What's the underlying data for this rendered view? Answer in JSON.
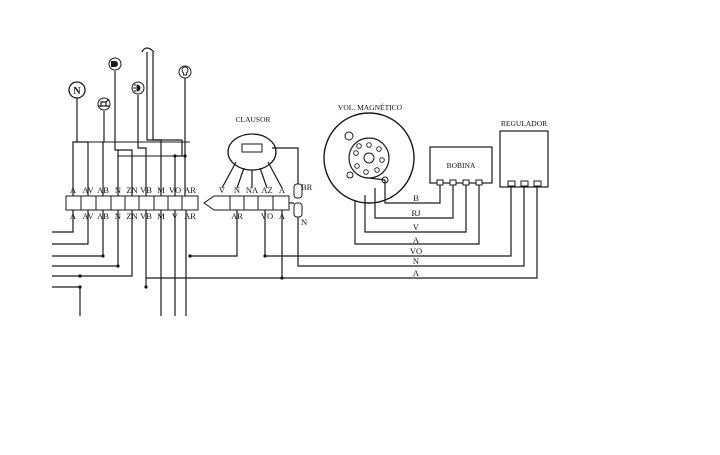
{
  "components": {
    "clausor": "CLAUSOR",
    "flywheel": "VOL. MAGNÉTICO",
    "coil": "BOBINA",
    "regulator": "REGULADOR"
  },
  "connector_main": {
    "top_labels": [
      "A",
      "AV",
      "AB",
      "N",
      "ZN",
      "VB",
      "M",
      "VO",
      "AR"
    ],
    "bottom_labels": [
      "A",
      "AV",
      "AB",
      "N",
      "ZN",
      "VB",
      "M",
      "V",
      "AR"
    ]
  },
  "connector_clausor": {
    "top_labels": [
      "V",
      "N",
      "NA",
      "AZ",
      "A"
    ],
    "bottom_labels": [
      "AR",
      "VO",
      "A"
    ]
  },
  "clausor_wires": {
    "top": "BR",
    "bottom": "N"
  },
  "bus_labels": [
    "B",
    "RJ",
    "V",
    "A",
    "VO",
    "N",
    "A"
  ],
  "indicator_icons": [
    {
      "name": "neutral-indicator-icon",
      "label": "N"
    },
    {
      "name": "oil-indicator-icon",
      "label": ""
    },
    {
      "name": "headlight-indicator-icon",
      "label": ""
    },
    {
      "name": "high-beam-indicator-icon",
      "label": ""
    },
    {
      "name": "lamp-indicator-icon",
      "label": ""
    }
  ],
  "colors": {
    "line": "#1a1a1a",
    "background": "#ffffff"
  }
}
